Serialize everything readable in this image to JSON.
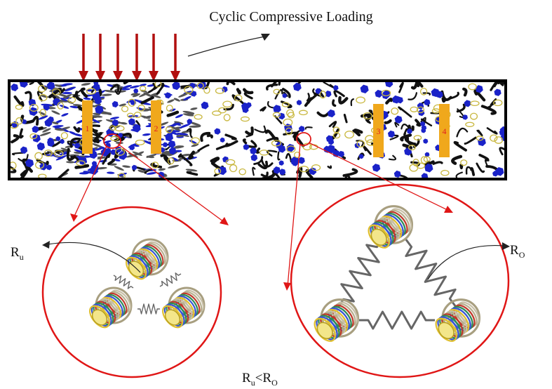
{
  "title": "Cyclic Compressive Loading",
  "electrodes": [
    {
      "label": "1"
    },
    {
      "label": "2"
    },
    {
      "label": "3"
    },
    {
      "label": "4"
    }
  ],
  "resistance_left": {
    "main": "R",
    "sub": "u"
  },
  "resistance_right": {
    "main": "R",
    "sub": "O"
  },
  "relation": {
    "left_main": "R",
    "left_sub": "u",
    "op": "<",
    "right_main": "R",
    "right_sub": "O"
  },
  "colors": {
    "loading_arrow": "#b10f0f",
    "zoom_line": "#e01616",
    "electrode_fill": "#f0a81c",
    "electrode_label": "#e02020",
    "filler_blue": "#1a22c8",
    "ring_yellow": "#c9b840",
    "spring": "#666666",
    "specimen_bg": "#ffffff"
  },
  "icons": [
    "loading-arrow-icon",
    "cnt-bundle-icon",
    "spring-icon"
  ]
}
